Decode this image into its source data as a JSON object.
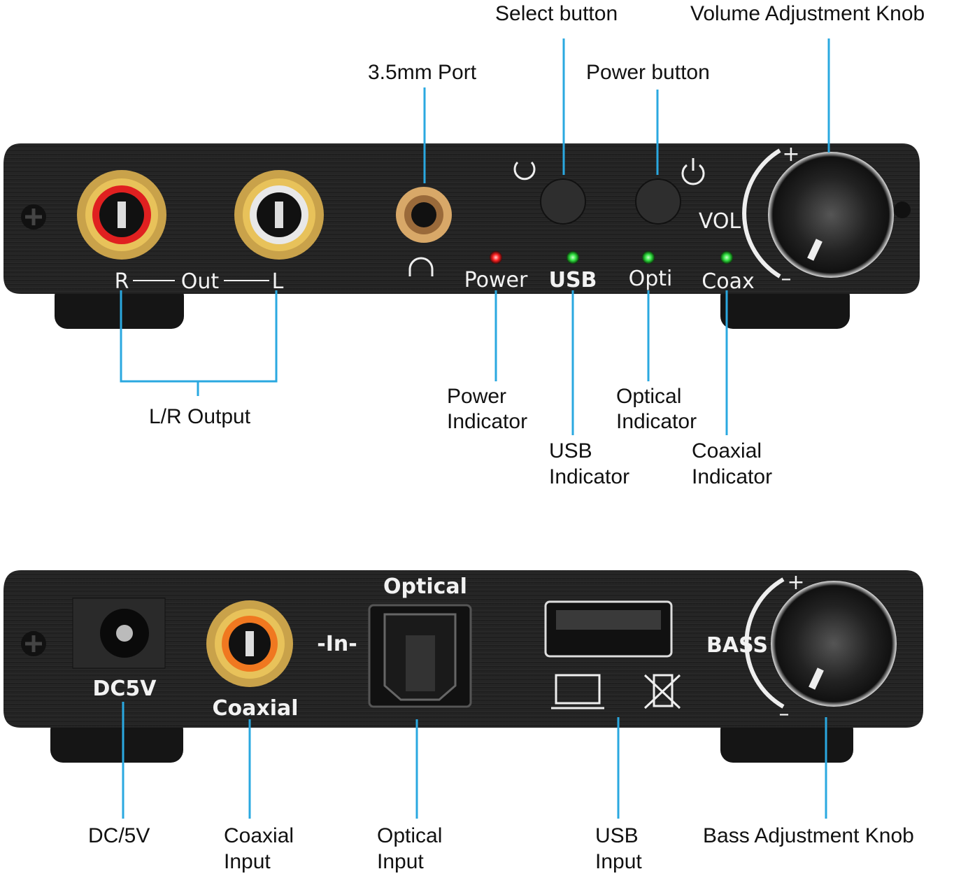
{
  "colors": {
    "leader_line": "#2aa8e0",
    "body": "#1c1c1c",
    "rca_red": "#e02020",
    "rca_white": "#e8e8e8",
    "rca_orange": "#f07820",
    "led_red": "#ff2020",
    "led_green": "#30e040"
  },
  "callouts_top": {
    "select_button": "Select button",
    "volume_knob": "Volume Adjustment Knob",
    "port_35": "3.5mm Port",
    "power_button": "Power button",
    "lr_output": "L/R Output",
    "power_indicator": [
      "Power",
      "Indicator"
    ],
    "optical_indicator": [
      "Optical",
      "Indicator"
    ],
    "usb_indicator": [
      "USB",
      "Indicator"
    ],
    "coaxial_indicator": [
      "Coaxial",
      "Indicator"
    ]
  },
  "callouts_bottom": {
    "dc": "DC/5V",
    "coaxial_input": [
      "Coaxial",
      "Input"
    ],
    "optical_input": [
      "Optical",
      "Input"
    ],
    "usb_input": [
      "USB",
      "Input"
    ],
    "bass_knob": "Bass Adjustment Knob"
  },
  "device_front": {
    "r": "R",
    "out": "Out",
    "l": "L",
    "power": "Power",
    "usb": "USB",
    "opti": "Opti",
    "coax": "Coax",
    "vol": "VOL",
    "plus": "+",
    "minus": "–"
  },
  "device_rear": {
    "dc": "DC5V",
    "coaxial": "Coaxial",
    "in": "-In-",
    "optical": "Optical",
    "bass": "BASS",
    "plus": "+",
    "minus": "–"
  },
  "icons": [
    "select-cycle-icon",
    "power-icon",
    "headphone-icon",
    "computer-icon",
    "no-phone-icon",
    "screw-icon"
  ]
}
